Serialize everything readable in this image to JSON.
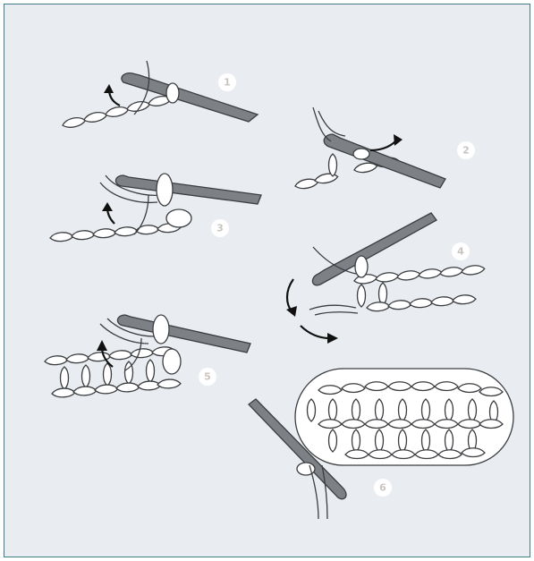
{
  "steps": [
    {
      "label": "1"
    },
    {
      "label": "2"
    },
    {
      "label": "3"
    },
    {
      "label": "4"
    },
    {
      "label": "5"
    },
    {
      "label": "6"
    }
  ],
  "colors": {
    "frame_border": "#3f7d86",
    "background": "#e9edf1",
    "hook": "#7d8186",
    "yarn": "#ffffff",
    "outline": "#3b3d40",
    "arrow": "#111111",
    "badge_text": "#c9c4c0"
  },
  "icons": [
    "crochet-hook-icon",
    "yarn-loop-icon",
    "direction-arrow-icon"
  ]
}
